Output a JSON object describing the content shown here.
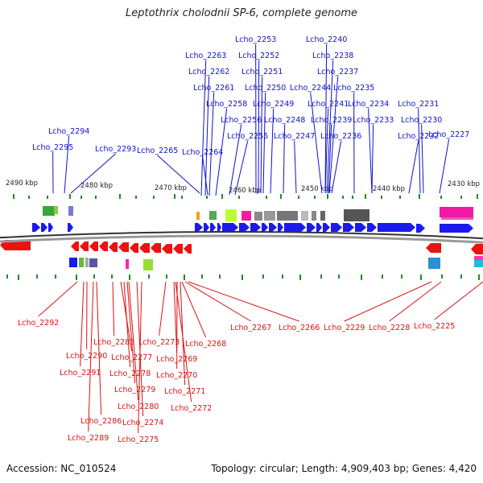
{
  "title": "Leptothrix cholodnii SP-6, complete genome",
  "footer": {
    "accession": "Accession: NC_010524",
    "topology": "Topology: circular; Length: 4,909,403 bp; Genes: 4,420"
  },
  "colors": {
    "forward_label": "#1111cc",
    "reverse_label": "#dd1111",
    "forward_gene": "#1a1aee",
    "reverse_gene": "#ee1111",
    "tick": "#1e8f1e",
    "backbone": "#7a7a7a"
  },
  "scale_labels": [
    "2490 kbp",
    "2480 kbp",
    "2470 kbp",
    "2460 kbp",
    "2450 kbp",
    "2440 kbp",
    "2430 kbp"
  ],
  "forward_labels": [
    "Lcho_2253",
    "Lcho_2240",
    "Lcho_2263",
    "Lcho_2252",
    "Lcho_2238",
    "Lcho_2262",
    "Lcho_2251",
    "Lcho_2237",
    "Lcho_2261",
    "Lcho_2250",
    "Lcho_2244",
    "Lcho_2235",
    "Lcho_2258",
    "Lcho_2249",
    "Lcho_2241",
    "Lcho_2234",
    "Lcho_2231",
    "Lcho_2256",
    "Lcho_2248",
    "Lcho_2239",
    "Lcho_2233",
    "Lcho_2230",
    "Lcho_2294",
    "Lcho_2255",
    "Lcho_2247",
    "Lcho_2236",
    "Lcho_2232",
    "Lcho_2227",
    "Lcho_2295",
    "Lcho_2293",
    "Lcho_2265",
    "Lcho_2264"
  ],
  "reverse_labels": [
    "Lcho_2292",
    "Lcho_2267",
    "Lcho_2266",
    "Lcho_2229",
    "Lcho_2228",
    "Lcho_2225",
    "Lcho_2283",
    "Lcho_2273",
    "Lcho_2268",
    "Lcho_2290",
    "Lcho_2277",
    "Lcho_2269",
    "Lcho_2291",
    "Lcho_2278",
    "Lcho_2270",
    "Lcho_2279",
    "Lcho_2271",
    "Lcho_2280",
    "Lcho_2272",
    "Lcho_2286",
    "Lcho_2274",
    "Lcho_2289",
    "Lcho_2275"
  ]
}
